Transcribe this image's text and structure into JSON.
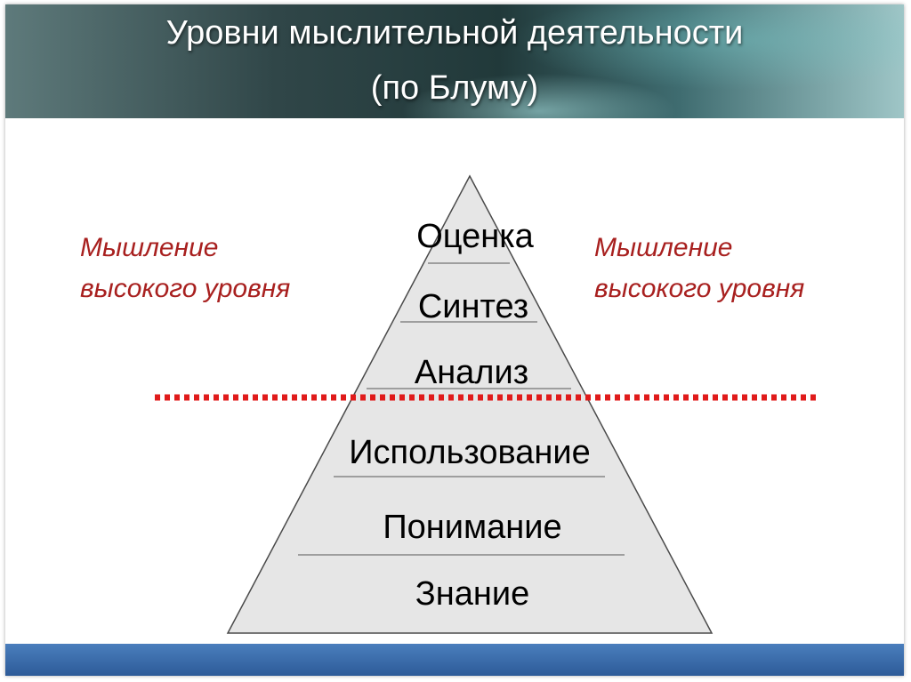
{
  "slide": {
    "title_line1": "Уровни мыслительной деятельности",
    "title_line2": "(по Блуму)"
  },
  "labels": {
    "left": [
      "Мышление",
      "высокого уровня"
    ],
    "right": [
      "Мышление",
      "высокого уровня"
    ]
  },
  "pyramid": {
    "levels": [
      "Оценка",
      "Синтез",
      "Анализ",
      "Использование",
      "Понимание",
      "Знание"
    ]
  },
  "colors": {
    "label_red": "#a8201f",
    "divider_red": "#e01b1b",
    "pyramid_fill": "#e6e6e6",
    "footer_blue": "#2d5b98"
  }
}
